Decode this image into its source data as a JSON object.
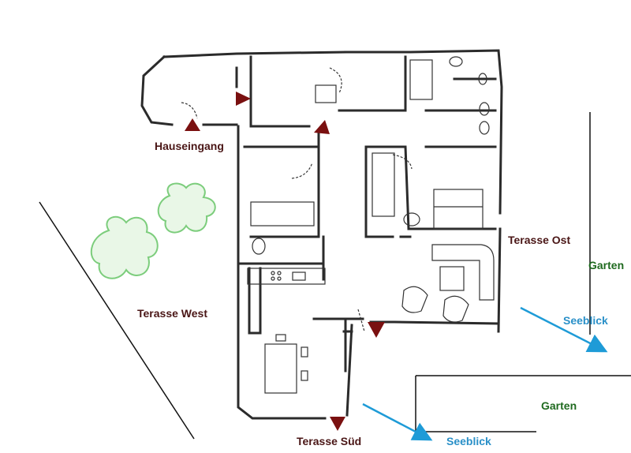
{
  "labels": {
    "entrance": "Hauseingang",
    "terrace_west": "Terasse West",
    "terrace_east": "Terasse Ost",
    "terrace_south": "Terasse Süd",
    "garden_east": "Garten",
    "garden_south": "Garten",
    "lakeview_east": "Seeblick",
    "lakeview_south": "Seeblick"
  },
  "colors": {
    "wall": "#2b2b2b",
    "marker": "#7a1010",
    "tree": "#7ccd7c",
    "arrow": "#1e9bd7",
    "text_maroon": "#4a1616",
    "text_green": "#1f6a1f",
    "text_blue": "#2a90c8"
  },
  "icons": [
    "entrance-marker-icon",
    "view-direction-arrow-icon",
    "tree-icon"
  ]
}
